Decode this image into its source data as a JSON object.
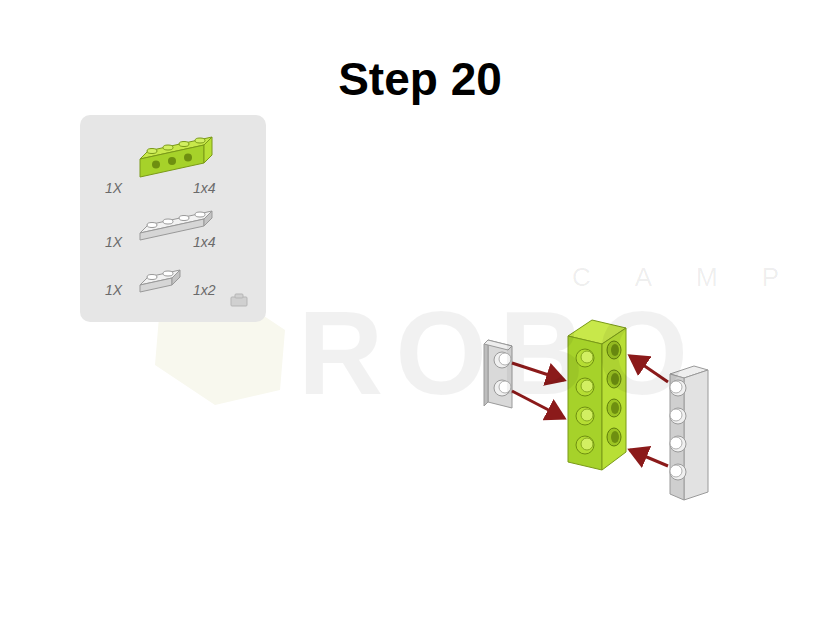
{
  "diagram": {
    "title": "Step 20",
    "nodes": [
      {
        "text": [
          "1X",
          "1x4",
          "1X",
          "1x4",
          "1X",
          "1x2"
        ]
      }
    ],
    "labels": [
      "CAMP",
      "ROBO"
    ]
  }
}
